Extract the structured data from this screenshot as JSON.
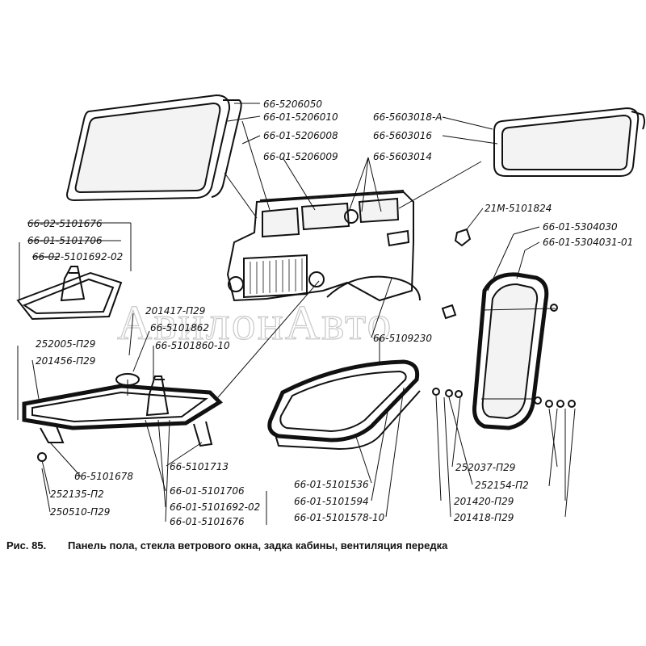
{
  "watermark": "АвилонАвто",
  "caption": {
    "number": "Рис.  85.",
    "text": "Панель пола, стекла ветрового окна, задка кабины, вентиляция передка"
  },
  "labels": [
    "66-5206050",
    "66-01-5206010",
    "66-01-5206008",
    "66-01-5206009",
    "66-5603018-А",
    "66-5603016",
    "66-5603014",
    "21М-5101824",
    "66-01-5304030",
    "66-01-5304031-01",
    "66-02-5101676",
    "66-01-5101706",
    "66-02-5101692-02",
    "201417-П29",
    "66-5101862",
    "66-5101860-10",
    "252005-П29",
    "201456-П29",
    "66-5109230",
    "66-5101678",
    "252135-П2",
    "250510-П29",
    "66-5101713",
    "66-01-5101706",
    "66-01-5101692-02",
    "66-01-5101676",
    "66-01-5101536",
    "66-01-5101594",
    "66-01-5101578-10",
    "252037-П29",
    "252154-П2",
    "201420-П29",
    "201418-П29"
  ]
}
